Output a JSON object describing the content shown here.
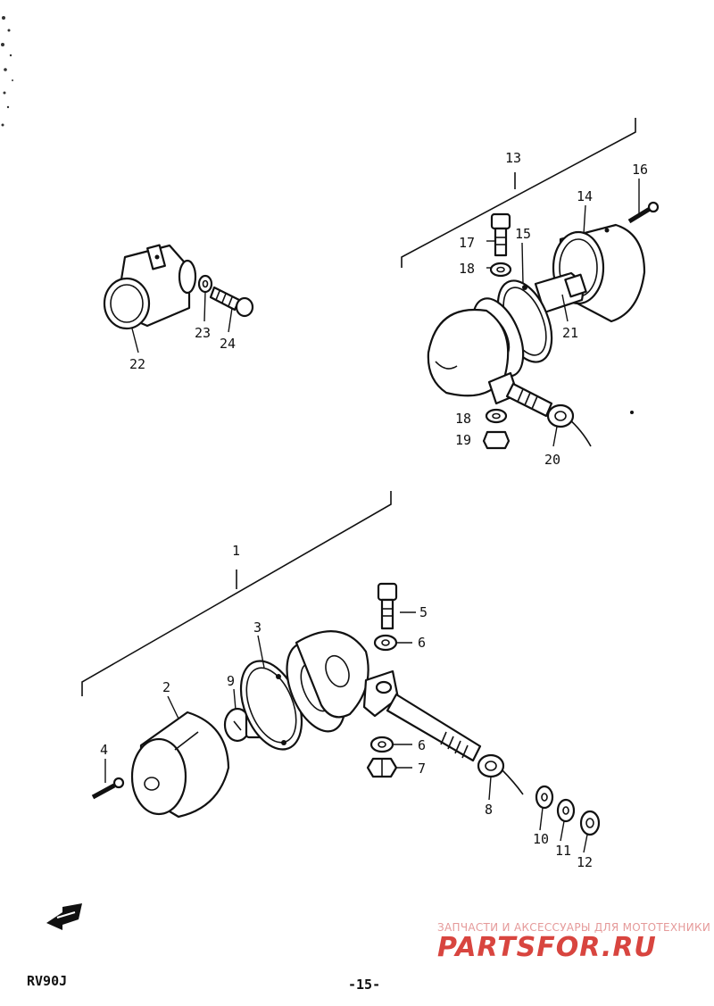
{
  "parts": {
    "p1": "1",
    "p2": "2",
    "p3": "3",
    "p4": "4",
    "p5": "5",
    "p6a": "6",
    "p6b": "6",
    "p7": "7",
    "p8": "8",
    "p9": "9",
    "p10": "10",
    "p11": "11",
    "p12": "12",
    "p13": "13",
    "p14": "14",
    "p15": "15",
    "p16": "16",
    "p17": "17",
    "p18a": "18",
    "p18b": "18",
    "p19": "19",
    "p20": "20",
    "p21": "21",
    "p22": "22",
    "p23": "23",
    "p24": "24"
  },
  "watermark": {
    "subtitle": "ЗАПЧАСТИ И АКСЕССУАРЫ ДЛЯ МОТОТЕХНИКИ",
    "brand": "PARTSFOR.RU"
  },
  "footer": {
    "model": "RV90J",
    "page": "-15-"
  },
  "icons": {
    "front_arrow": "front-arrow-icon"
  }
}
